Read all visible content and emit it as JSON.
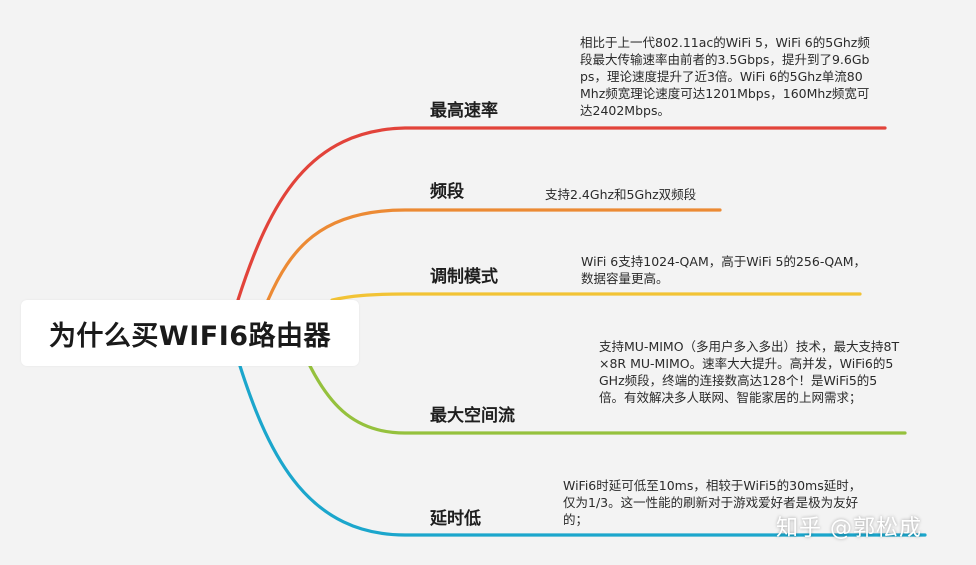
{
  "root": {
    "title": "为什么买WIFI6路由器"
  },
  "branches": [
    {
      "label": "最高速率",
      "color": "#e2433a",
      "note": "相比于上一代802.11ac的WiFi 5，WiFi 6的5Ghz频段最大传输速率由前者的3.5Gbps，提升到了9.6Gbps，理论速度提升了近3倍。WiFi 6的5Ghz单流80Mhz频宽理论速度可达1201Mbps，160Mhz频宽可达2402Mbps。"
    },
    {
      "label": "频段",
      "color": "#ec8a34",
      "note": "支持2.4Ghz和5Ghz双频段"
    },
    {
      "label": "调制模式",
      "color": "#f2c335",
      "note": "WiFi 6支持1024-QAM，高于WiFi 5的256-QAM，数据容量更高。"
    },
    {
      "label": "最大空间流",
      "color": "#95c13d",
      "note": "支持MU-MIMO（多用户多入多出）技术，最大支持8T×8R MU-MIMO。速率大大提升。高并发，WiFi6的5GHz频段，终端的连接数高达128个！是WiFi5的5倍。有效解决多人联网、智能家居的上网需求；"
    },
    {
      "label": "延时低",
      "color": "#1ba6cc",
      "note": "WiFi6时延可低至10ms，相较于WiFi5的30ms延时，仅为1/3。这一性能的刷新对于游戏爱好者是极为友好的；"
    }
  ],
  "watermark": "知乎 @郭松成"
}
